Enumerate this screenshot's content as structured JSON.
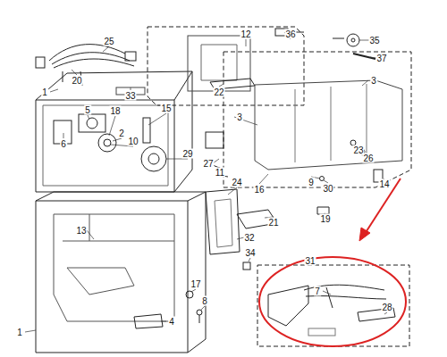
{
  "diagram": {
    "labels": [
      "12",
      "36",
      "25",
      "35",
      "37",
      "20",
      "3",
      "1",
      "22",
      "33",
      "15",
      "5",
      "18",
      "3",
      "2",
      "10",
      "6",
      "23",
      "29",
      "26",
      "27",
      "11",
      "9",
      "24",
      "14",
      "30",
      "16",
      "19",
      "21",
      "13",
      "32",
      "34",
      "31",
      "17",
      "7",
      "8",
      "28",
      "4",
      "1"
    ]
  }
}
